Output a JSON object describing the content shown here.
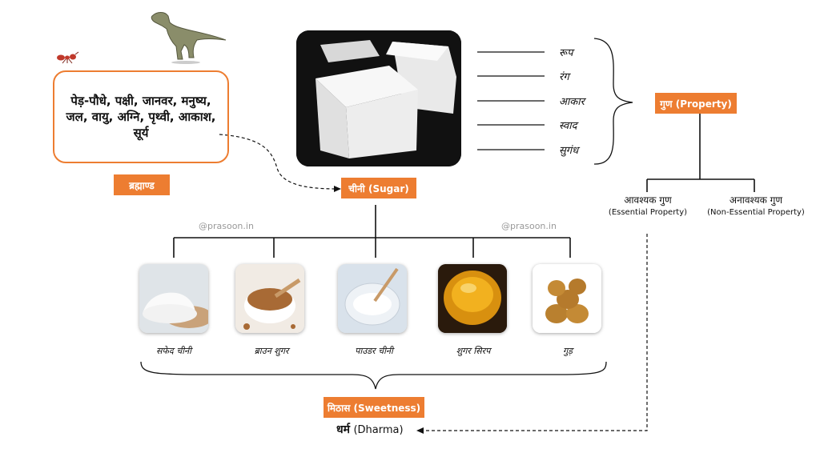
{
  "universe": {
    "items": "पेड़-पौधे, पक्षी, जानवर, मनुष्य, जल, वायु, अग्नि, पृथ्वी, आकाश, सूर्य",
    "label": "ब्रह्माण्ड"
  },
  "center": {
    "label": "चीनी (Sugar)"
  },
  "properties": {
    "items": [
      "रूप",
      "रंग",
      "आकार",
      "स्वाद",
      "सुगंध"
    ],
    "label": "गुण (Property)",
    "essential": {
      "hindi": "आवश्यक गुण",
      "english": "(Essential Property)"
    },
    "non_essential": {
      "hindi": "अनावश्यक गुण",
      "english": "(Non-Essential Property)"
    }
  },
  "watermarks": [
    "@prasoon.in",
    "@prasoon.in"
  ],
  "sugar_types": [
    {
      "label": "सफेद चीनी",
      "icon": "white-sugar-image"
    },
    {
      "label": "ब्राउन शुगर",
      "icon": "brown-sugar-image"
    },
    {
      "label": "पाउडर चीनी",
      "icon": "powdered-sugar-image"
    },
    {
      "label": "शुगर सिरप",
      "icon": "sugar-syrup-image"
    },
    {
      "label": "गुड़",
      "icon": "jaggery-image"
    }
  ],
  "sweetness": {
    "label": "मिठास (Sweetness)"
  },
  "dharma": {
    "hindi": "धर्म",
    "english": "(Dharma)"
  },
  "colors": {
    "accent": "#ed7d31",
    "line": "#111111"
  }
}
